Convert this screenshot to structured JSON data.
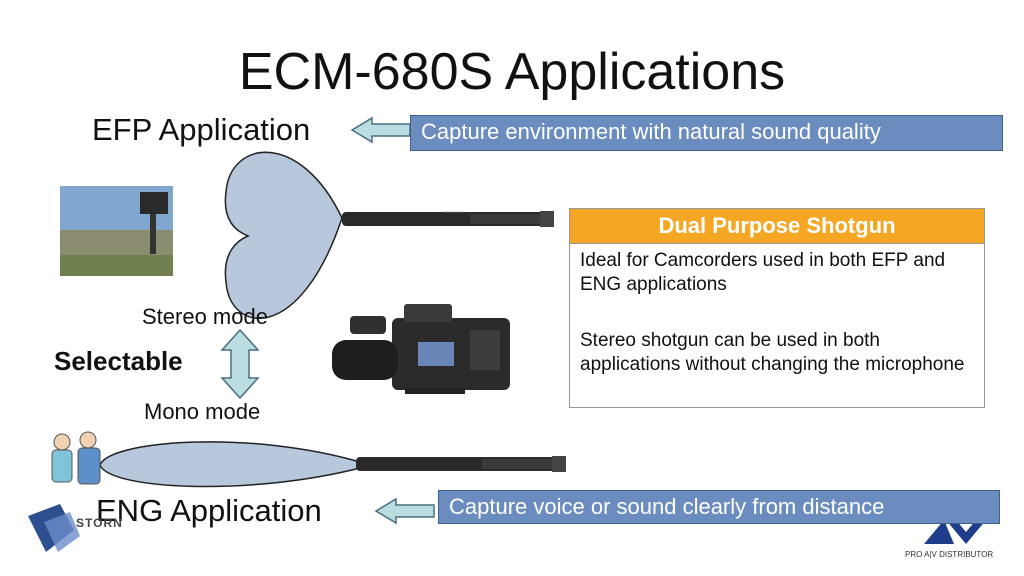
{
  "title": "ECM-680S Applications",
  "efp": {
    "heading": "EFP Application",
    "callout": "Capture environment with natural sound quality"
  },
  "eng": {
    "heading": "ENG Application",
    "callout": "Capture voice or sound clearly from distance"
  },
  "modes": {
    "stereo": "Stereo mode",
    "selectable": "Selectable",
    "mono": "Mono mode"
  },
  "dual_purpose": {
    "title": "Dual Purpose Shotgun",
    "line1": "Ideal for Camcorders used in both EFP and ENG applications",
    "line2": "Stereo shotgun can be used in both applications without changing the microphone"
  },
  "logos": {
    "left": "STORN",
    "right": "PRO A|V DISTRIBUTOR"
  },
  "colors": {
    "callout_bg": "#6b8cbf",
    "pattern_fill": "#b7c7dc",
    "arrow_fill": "#b9dde0",
    "dp_header": "#f5a623"
  }
}
